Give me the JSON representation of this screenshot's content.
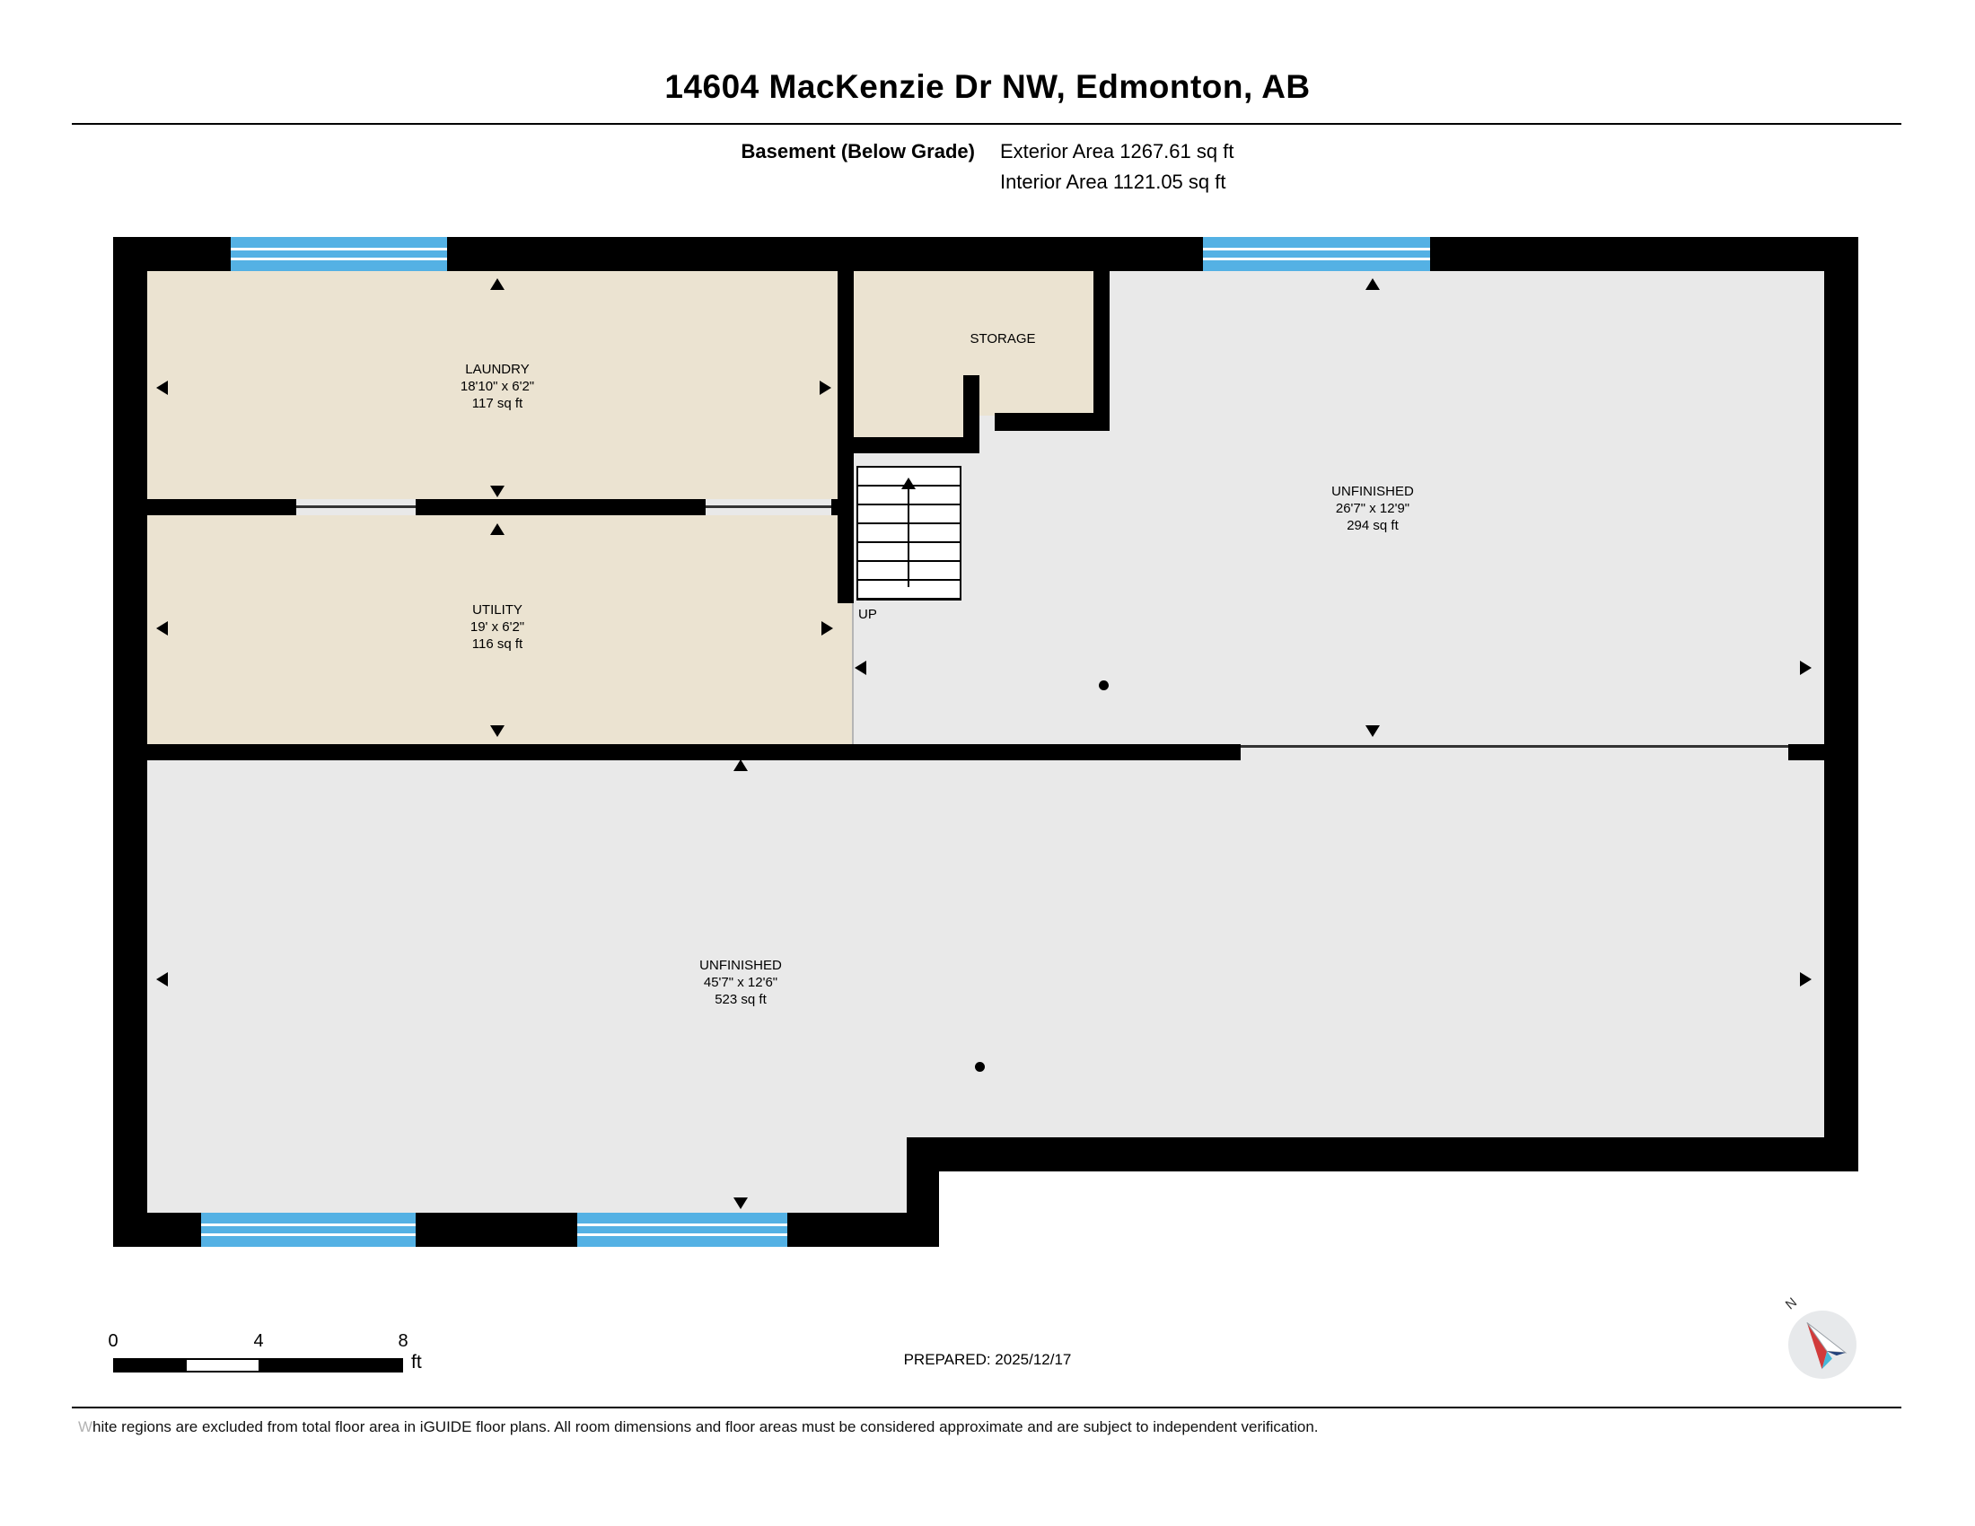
{
  "header": {
    "title": "14604 MacKenzie Dr NW, Edmonton, AB",
    "floor_label": "Basement (Below Grade)",
    "exterior_area": "Exterior Area 1267.61 sq ft",
    "interior_area": "Interior Area 1121.05 sq ft"
  },
  "rooms": {
    "laundry": {
      "name": "LAUNDRY",
      "dimensions": "18'10\" x 6'2\"",
      "area": "117 sq ft"
    },
    "utility": {
      "name": "UTILITY",
      "dimensions": "19' x 6'2\"",
      "area": "116 sq ft"
    },
    "storage": {
      "name": "STORAGE"
    },
    "unfinished_right": {
      "name": "UNFINISHED",
      "dimensions": "26'7\" x 12'9\"",
      "area": "294 sq ft"
    },
    "unfinished_bottom": {
      "name": "UNFINISHED",
      "dimensions": "45'7\" x 12'6\"",
      "area": "523 sq ft"
    }
  },
  "stairs": {
    "label": "UP"
  },
  "scale_bar": {
    "start": "0",
    "mid": "4",
    "end": "8",
    "unit": "ft"
  },
  "footer": {
    "prepared_label": "PREPARED: 2025/12/17",
    "disclaimer": "White regions are excluded from total floor area in iGUIDE floor plans. All room dimensions and floor areas must be considered approximate and are subject to independent verification."
  },
  "compass": {
    "north_label": "N"
  },
  "colors": {
    "wall": "#000000",
    "finished_floor": "#ebe3d1",
    "unfinished_floor": "#e9e9e9",
    "window": "#54b1e4"
  }
}
